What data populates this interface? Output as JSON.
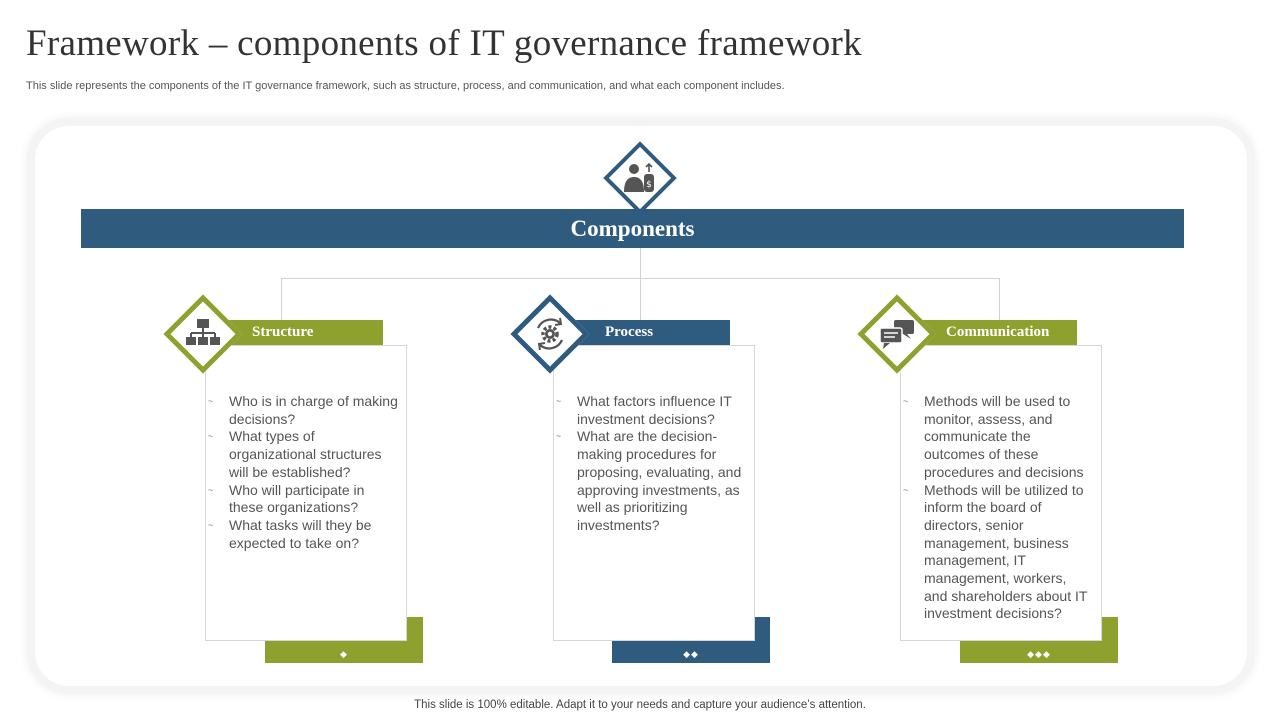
{
  "title": "Framework – components of IT governance framework",
  "subtitle": "This slide represents the components of the IT  governance framework, such as structure, process, and communication, and what each component includes.",
  "banner": "Components",
  "colors": {
    "green": "#8ea12f",
    "blue": "#2f5c7e",
    "icon_gray": "#555555"
  },
  "components": [
    {
      "label": "Structure",
      "icon": "org-chart-icon",
      "dots": "◆",
      "items": [
        "Who is in charge of making decisions?",
        "What types of organizational structures will be established?",
        "Who will participate in these organizations?",
        "What tasks will they be expected to take on?"
      ]
    },
    {
      "label": "Process",
      "icon": "gear-cycle-icon",
      "dots": "◆◆",
      "items": [
        "What factors influence IT investment decisions?",
        "What are the decision-making procedures for proposing, evaluating, and approving investments, as well as prioritizing investments?"
      ]
    },
    {
      "label": "Communication",
      "icon": "chat-bubbles-icon",
      "dots": "◆◆◆",
      "items": [
        "Methods will be used to monitor, assess, and communicate the outcomes of these procedures and decisions",
        "Methods will be utilized to inform the board of directors, senior management, business management, IT management, workers, and shareholders about IT investment decisions?"
      ]
    }
  ],
  "top_icon": "person-money-icon",
  "footer": "This slide is 100% editable. Adapt it to your needs and capture your audience’s attention."
}
